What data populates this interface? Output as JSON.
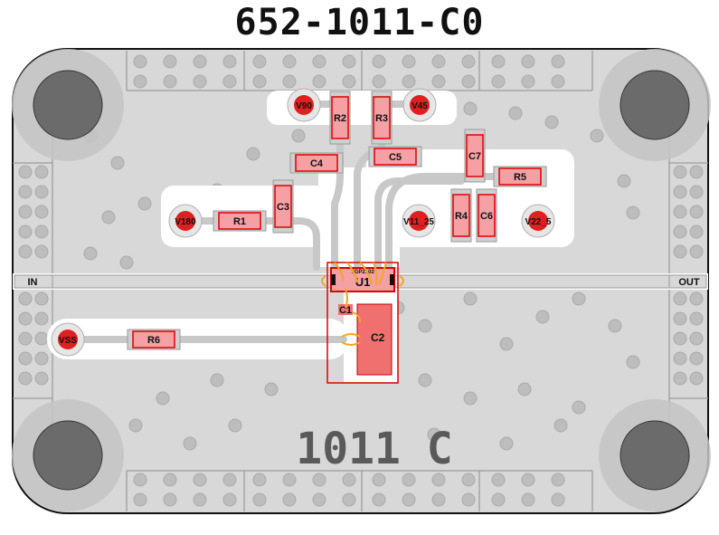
{
  "title": "652-1011-C0",
  "board_marking": "1011 C",
  "ports": {
    "input": "IN",
    "output": "OUT"
  },
  "ic": {
    "ref": "U1",
    "part": "TGP2102"
  },
  "test_points": [
    {
      "id": "vss",
      "label": "VSS"
    },
    {
      "id": "v180",
      "label": "V180"
    },
    {
      "id": "v90",
      "label": "V90"
    },
    {
      "id": "v45",
      "label": "V45"
    },
    {
      "id": "v11_25",
      "label": "V11_25"
    },
    {
      "id": "v22_5",
      "label": "V22_5"
    }
  ],
  "components": [
    {
      "ref": "R1"
    },
    {
      "ref": "R2"
    },
    {
      "ref": "R3"
    },
    {
      "ref": "R4"
    },
    {
      "ref": "R5"
    },
    {
      "ref": "R6"
    },
    {
      "ref": "C1"
    },
    {
      "ref": "C2"
    },
    {
      "ref": "C3"
    },
    {
      "ref": "C4"
    },
    {
      "ref": "C5"
    },
    {
      "ref": "C6"
    },
    {
      "ref": "C7"
    }
  ],
  "colors": {
    "board": "#d8d8d8",
    "via": "#bdbdbd",
    "mount_hole": "#6b6b6b",
    "component_outline": "#e00000",
    "component_fill": "#f4a0a4",
    "test_point": "#e02020",
    "bond_wire": "#f5a623"
  }
}
